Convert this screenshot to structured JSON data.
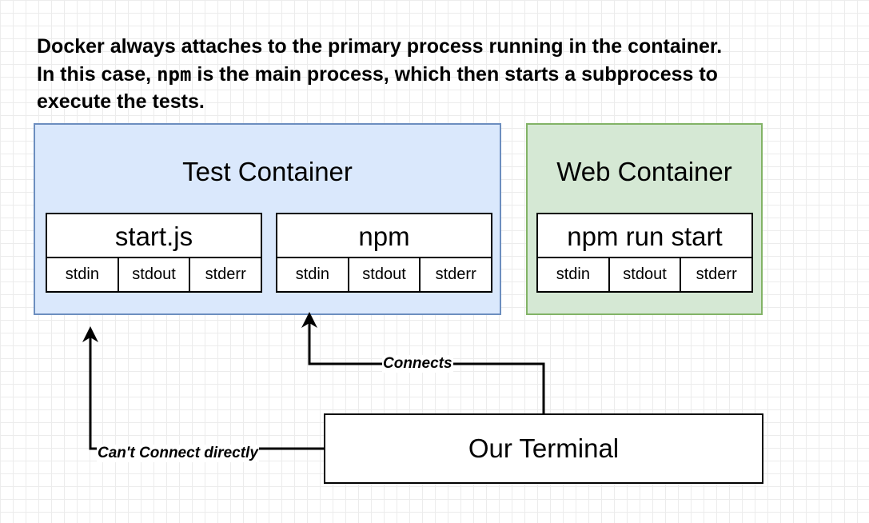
{
  "heading": {
    "line1": "Docker always attaches to the primary process running in the container.",
    "line2_before": "In this case, ",
    "line2_code": "npm",
    "line2_after": " is the main process, which then starts a subprocess to",
    "line3": "execute the tests."
  },
  "test_container": {
    "title": "Test Container",
    "processes": [
      {
        "name": "start.js",
        "streams": [
          "stdin",
          "stdout",
          "stderr"
        ]
      },
      {
        "name": "npm",
        "streams": [
          "stdin",
          "stdout",
          "stderr"
        ]
      }
    ]
  },
  "web_container": {
    "title": "Web Container",
    "processes": [
      {
        "name": "npm run start",
        "streams": [
          "stdin",
          "stdout",
          "stderr"
        ]
      }
    ]
  },
  "terminal": {
    "label": "Our Terminal"
  },
  "edges": {
    "connects": "Connects",
    "cant_connect": "Can't Connect directly"
  },
  "colors": {
    "test_fill": "#dae8fc",
    "test_stroke": "#6c8ebf",
    "web_fill": "#d5e8d4",
    "web_stroke": "#82b366"
  }
}
